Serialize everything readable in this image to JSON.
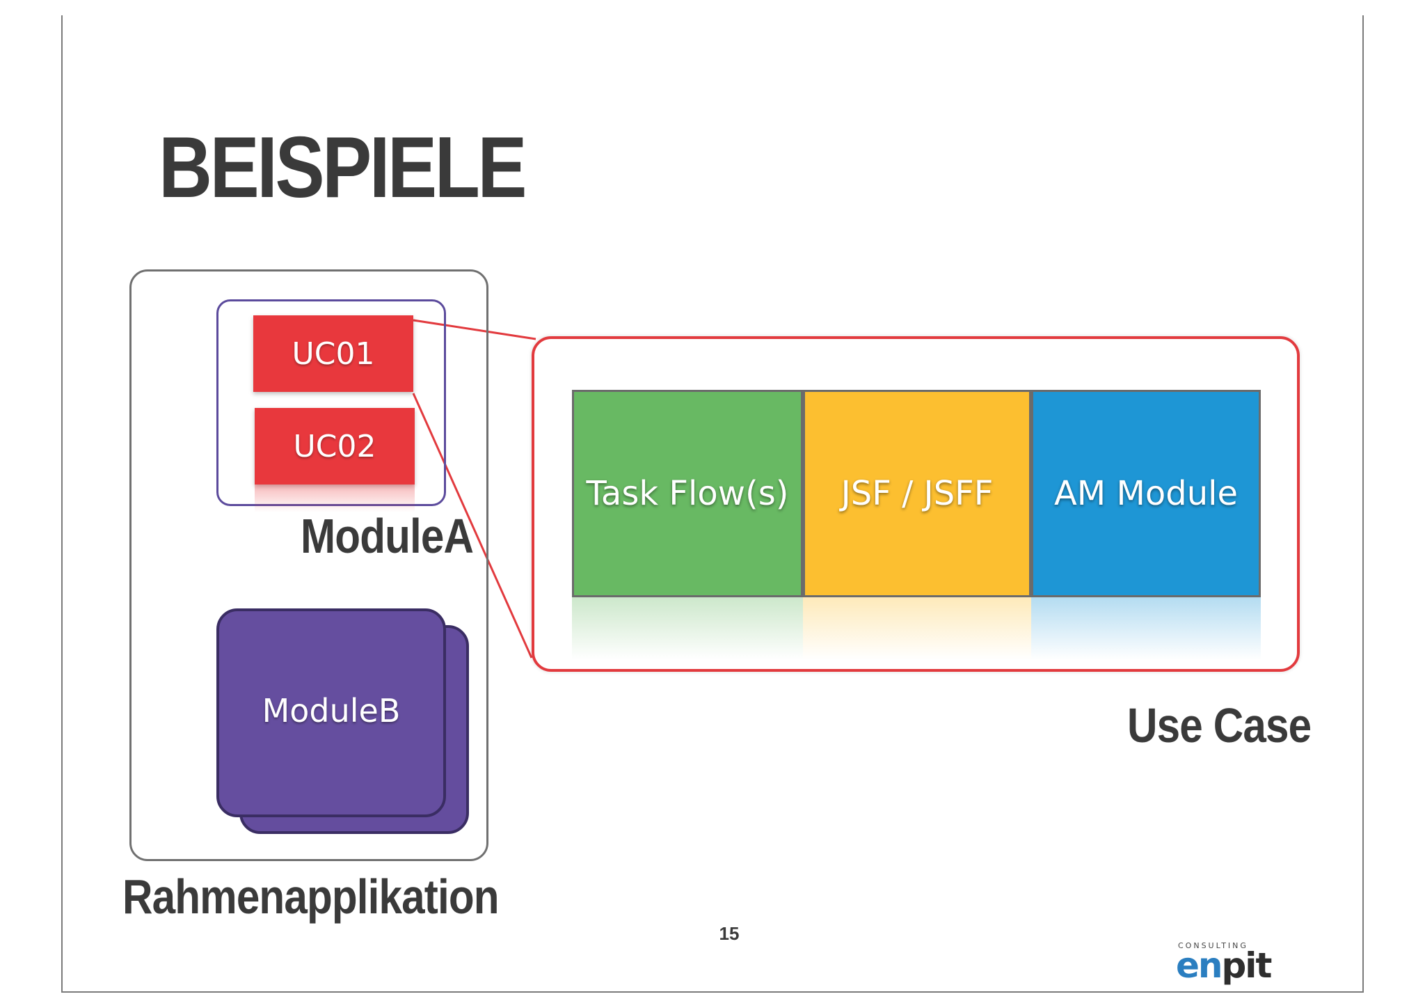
{
  "slide": {
    "title": "BEISPIELE",
    "page_number": "15"
  },
  "rahmen": {
    "label": "Rahmenapplikation",
    "modulea": {
      "label": "ModuleA",
      "use_cases": [
        "UC01",
        "UC02"
      ]
    },
    "moduleb": {
      "label": "ModuleB"
    }
  },
  "use_case": {
    "label": "Use Case",
    "blocks": [
      {
        "label": "Task Flow(s)",
        "color": "#68b963"
      },
      {
        "label": "JSF / JSFF",
        "color": "#fcbf30"
      },
      {
        "label": "AM Module",
        "color": "#1e96d5"
      }
    ]
  },
  "logo": {
    "small_text": "CONSULTING",
    "word_part1": "en",
    "word_part2": "pit"
  },
  "colors": {
    "red": "#e8383d",
    "purple": "#654e9f",
    "text": "#3a3a3a"
  }
}
